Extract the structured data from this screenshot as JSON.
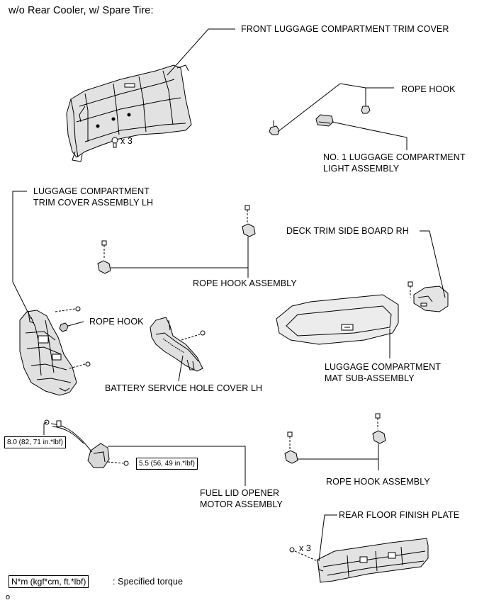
{
  "heading": "w/o Rear Cooler, w/ Spare Tire:",
  "labels": {
    "front_trim_cover": "FRONT LUGGAGE COMPARTMENT TRIM COVER",
    "rope_hook_top": "ROPE HOOK",
    "light_assembly_1": "NO. 1 LUGGAGE COMPARTMENT",
    "light_assembly_2": "LIGHT ASSEMBLY",
    "trim_cover_lh_1": "LUGGAGE COMPARTMENT",
    "trim_cover_lh_2": "TRIM COVER ASSEMBLY LH",
    "deck_trim_board": "DECK TRIM SIDE BOARD RH",
    "rope_hook_assembly_mid": "ROPE HOOK ASSEMBLY",
    "rope_hook_left": "ROPE HOOK",
    "mat_sub_assembly_1": "LUGGAGE COMPARTMENT",
    "mat_sub_assembly_2": "MAT SUB-ASSEMBLY",
    "battery_cover": "BATTERY SERVICE HOLE COVER LH",
    "fuel_lid_motor_1": "FUEL LID OPENER",
    "fuel_lid_motor_2": "MOTOR ASSEMBLY",
    "rope_hook_assembly_low": "ROPE HOOK ASSEMBLY",
    "rear_floor_plate": "REAR FLOOR FINISH PLATE"
  },
  "quantities": {
    "front_clips": "x 3",
    "rear_clips": "x 3"
  },
  "torques": {
    "bolt_left": "8.0 (82, 71 in.*lbf)",
    "bolt_right": "5.5 (56, 49 in.*lbf)"
  },
  "legend": {
    "box": "N*m (kgf*cm, ft.*lbf)",
    "text": ": Specified torque"
  },
  "footer_mark": "o"
}
